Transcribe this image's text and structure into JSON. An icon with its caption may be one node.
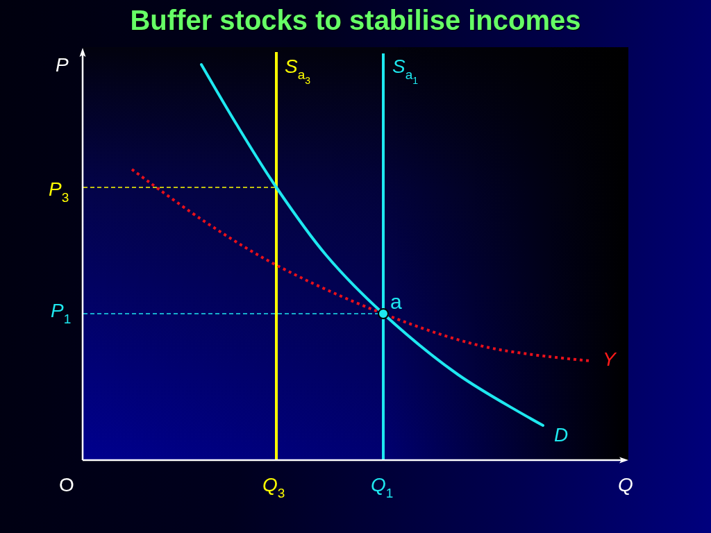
{
  "diagram": {
    "title": "Buffer stocks to stabilise incomes",
    "labels": [
      "P",
      "S$_{a}$$_{3}$",
      "S$_{a}$$_{1}$",
      "P$_{3}$",
      "a",
      "P$_{1}$",
      "Y",
      "D",
      "O",
      "Q$_{3}$",
      "Q$_{1}$",
      "Q"
    ]
  }
}
